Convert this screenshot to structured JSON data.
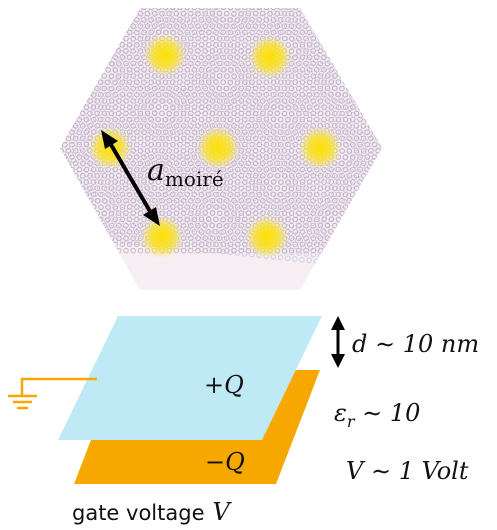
{
  "moire": {
    "lattice_label_base": "a",
    "lattice_label_sub": "moiré",
    "lattice_color": "#c79ab0",
    "spot_color": "#ffe100"
  },
  "capacitor": {
    "top_plate_label": "+Q",
    "bottom_plate_label": "−Q",
    "top_plate_color": "#bfe9f5",
    "bottom_plate_color": "#f7a800",
    "ground_color": "#f7a800",
    "caption_text": "gate voltage",
    "caption_var": "V"
  },
  "annotations": {
    "separation": "d ∼ 10 nm",
    "permittivity_base": "ε",
    "permittivity_sub": "r",
    "permittivity_rest": " ∼ 10",
    "voltage": "V ∼ 1 Volt"
  }
}
